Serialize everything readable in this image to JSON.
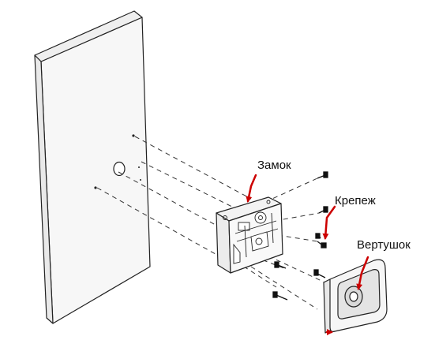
{
  "labels": {
    "lock": "Замок",
    "mounting": "Крепеж",
    "knob": "Вертушок"
  },
  "colors": {
    "line": "#222222",
    "arrow": "#cc0000",
    "door_fill": "#f6f6f6",
    "watermark": "#e6e6e6"
  }
}
